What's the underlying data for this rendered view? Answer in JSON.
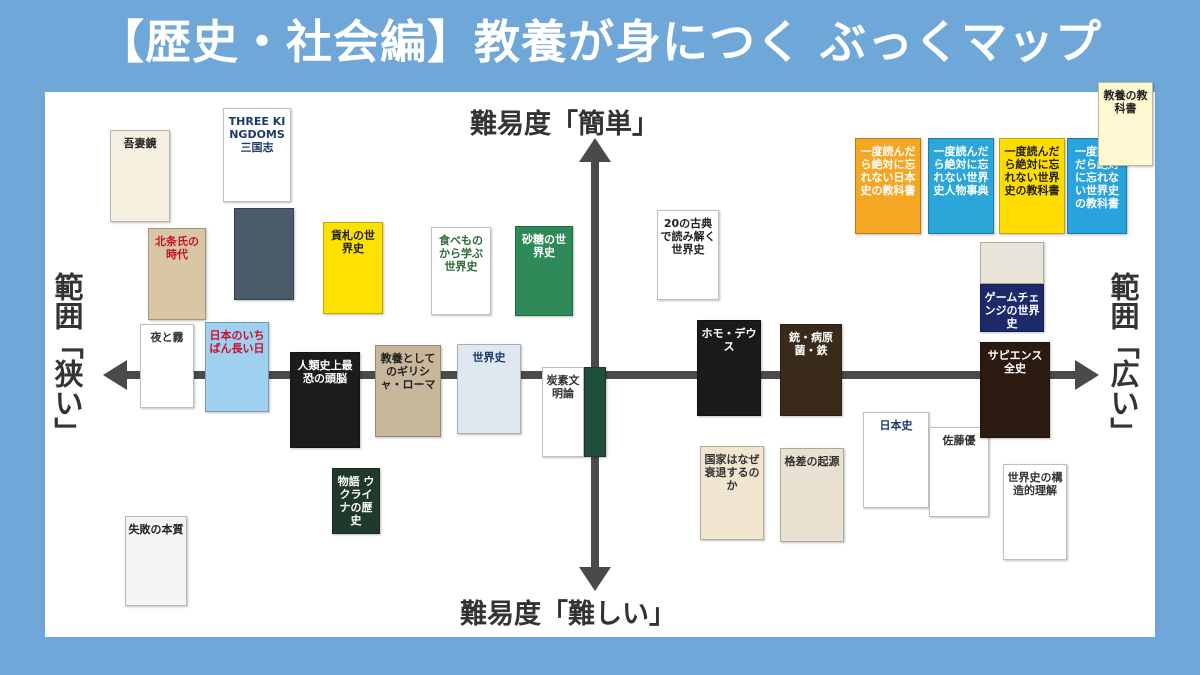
{
  "title": "【歴史・社会編】教養が身につく ぶっくマップ",
  "axis": {
    "top": "難易度「簡単」",
    "bottom": "難易度「難しい」",
    "left": "範囲「狭い」",
    "right": "範囲「広い」"
  },
  "books": [
    {
      "title": "吾妻鏡",
      "bg": "#f5f0e0",
      "fg": "#222"
    },
    {
      "title": "THREE KINGDOMS 三国志",
      "bg": "#ffffff",
      "fg": "#1d3a6b"
    },
    {
      "title": "北条氏の時代",
      "bg": "#d9c7a3",
      "fg": "#c8102e"
    },
    {
      "title": "",
      "bg": "#4a5a6a",
      "fg": "#ffffff"
    },
    {
      "title": "貨札の世界史",
      "bg": "#ffe100",
      "fg": "#222"
    },
    {
      "title": "食べものから学ぶ世界史",
      "bg": "#ffffff",
      "fg": "#2a6a3a"
    },
    {
      "title": "砂糖の世界史",
      "bg": "#2f8a5a",
      "fg": "#ffffff"
    },
    {
      "title": "夜と霧",
      "bg": "#ffffff",
      "fg": "#333"
    },
    {
      "title": "日本のいちばん長い日",
      "bg": "#9fd0f0",
      "fg": "#c8102e"
    },
    {
      "title": "人類史上最恐の頭脳",
      "bg": "#1c1c1c",
      "fg": "#ffffff"
    },
    {
      "title": "教養としてのギリシャ・ローマ",
      "bg": "#c9b79c",
      "fg": "#222"
    },
    {
      "title": "世界史",
      "bg": "#dfe8f0",
      "fg": "#1d3a6b"
    },
    {
      "title": "炭素文明論",
      "bg": "#ffffff",
      "fg": "#333"
    },
    {
      "title": "",
      "bg": "#1f4f3a",
      "fg": "#ffffff"
    },
    {
      "title": "物語 ウクライナの歴史",
      "bg": "#1f3a2a",
      "fg": "#ffffff"
    },
    {
      "title": "失敗の本質",
      "bg": "#f4f4f4",
      "fg": "#222"
    },
    {
      "title": "20の古典で読み解く世界史",
      "bg": "#ffffff",
      "fg": "#222"
    },
    {
      "title": "ホモ・デウス",
      "bg": "#1a1a1a",
      "fg": "#ffffff"
    },
    {
      "title": "銃・病原菌・鉄",
      "bg": "#3a2a1a",
      "fg": "#ffffff"
    },
    {
      "title": "国家はなぜ衰退するのか",
      "bg": "#f0e6d0",
      "fg": "#333"
    },
    {
      "title": "格差の起源",
      "bg": "#e8e0d0",
      "fg": "#333"
    },
    {
      "title": "日本史",
      "bg": "#ffffff",
      "fg": "#1d3a6b"
    },
    {
      "title": "佐藤優",
      "bg": "#ffffff",
      "fg": "#333"
    },
    {
      "title": "世界史の構造的理解",
      "bg": "#ffffff",
      "fg": "#333"
    },
    {
      "title": "一度読んだら絶対に忘れない日本史の教科書",
      "bg": "#f5a623",
      "fg": "#ffffff"
    },
    {
      "title": "一度読んだら絶対に忘れない世界史人物事典",
      "bg": "#2aa6d8",
      "fg": "#ffffff"
    },
    {
      "title": "一度読んだら絶対に忘れない世界史の教科書",
      "bg": "#ffdd00",
      "fg": "#222"
    },
    {
      "title": "一度読んだら絶対に忘れない世界史の教科書",
      "bg": "#29a3dd",
      "fg": "#ffffff"
    },
    {
      "title": "教養の教科書",
      "bg": "#fff8d0",
      "fg": "#222"
    },
    {
      "title": "",
      "bg": "#e8e4da",
      "fg": "#333"
    },
    {
      "title": "ゲームチェンジの世界史",
      "bg": "#1c2a6a",
      "fg": "#ffffff"
    },
    {
      "title": "サピエンス全史",
      "bg": "#2a1a10",
      "fg": "#ffffff"
    }
  ]
}
